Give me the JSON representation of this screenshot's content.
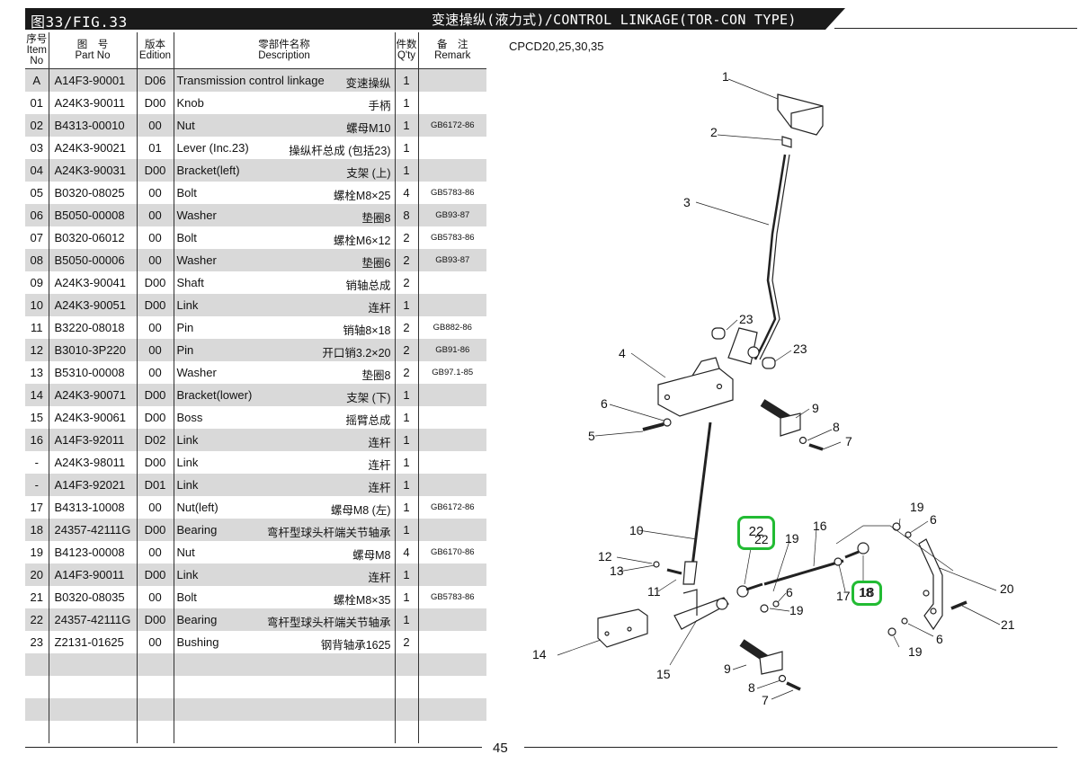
{
  "header": {
    "figure": "图33/FIG.33",
    "title": "变速操纵(液力式)/CONTROL LINKAGE(TOR-CON TYPE)"
  },
  "table": {
    "columns": {
      "item": [
        "序号",
        "Item",
        "No"
      ],
      "part": [
        "图　号",
        "Part No"
      ],
      "edition": [
        "版本",
        "Edition"
      ],
      "desc": [
        "零部件名称",
        "Description"
      ],
      "qty": [
        "件数",
        "Q'ty"
      ],
      "remark": [
        "备　注",
        "Remark"
      ]
    },
    "rows": [
      {
        "item": "A",
        "part": "A14F3-90001",
        "ed": "D06",
        "en": "Transmission control linkage",
        "cn": "变速操纵",
        "qty": "1",
        "rem": ""
      },
      {
        "item": "01",
        "part": "A24K3-90011",
        "ed": "D00",
        "en": "Knob",
        "cn": "手柄",
        "qty": "1",
        "rem": ""
      },
      {
        "item": "02",
        "part": "B4313-00010",
        "ed": "00",
        "en": "Nut",
        "cn": "螺母M10",
        "qty": "1",
        "rem": "GB6172-86"
      },
      {
        "item": "03",
        "part": "A24K3-90021",
        "ed": "01",
        "en": "Lever (Inc.23)",
        "cn": "操纵杆总成 (包括23)",
        "qty": "1",
        "rem": ""
      },
      {
        "item": "04",
        "part": "A24K3-90031",
        "ed": "D00",
        "en": "Bracket(left)",
        "cn": "支架 (上)",
        "qty": "1",
        "rem": ""
      },
      {
        "item": "05",
        "part": "B0320-08025",
        "ed": "00",
        "en": "Bolt",
        "cn": "螺栓M8×25",
        "qty": "4",
        "rem": "GB5783-86"
      },
      {
        "item": "06",
        "part": "B5050-00008",
        "ed": "00",
        "en": "Washer",
        "cn": "垫圈8",
        "qty": "8",
        "rem": "GB93-87"
      },
      {
        "item": "07",
        "part": "B0320-06012",
        "ed": "00",
        "en": "Bolt",
        "cn": "螺栓M6×12",
        "qty": "2",
        "rem": "GB5783-86"
      },
      {
        "item": "08",
        "part": "B5050-00006",
        "ed": "00",
        "en": "Washer",
        "cn": "垫圈6",
        "qty": "2",
        "rem": "GB93-87"
      },
      {
        "item": "09",
        "part": "A24K3-90041",
        "ed": "D00",
        "en": "Shaft",
        "cn": "销轴总成",
        "qty": "2",
        "rem": ""
      },
      {
        "item": "10",
        "part": "A24K3-90051",
        "ed": "D00",
        "en": "Link",
        "cn": "连杆",
        "qty": "1",
        "rem": ""
      },
      {
        "item": "11",
        "part": "B3220-08018",
        "ed": "00",
        "en": "Pin",
        "cn": "销轴8×18",
        "qty": "2",
        "rem": "GB882-86"
      },
      {
        "item": "12",
        "part": "B3010-3P220",
        "ed": "00",
        "en": "Pin",
        "cn": "开口销3.2×20",
        "qty": "2",
        "rem": "GB91-86"
      },
      {
        "item": "13",
        "part": "B5310-00008",
        "ed": "00",
        "en": "Washer",
        "cn": "垫圈8",
        "qty": "2",
        "rem": "GB97.1-85"
      },
      {
        "item": "14",
        "part": "A24K3-90071",
        "ed": "D00",
        "en": "Bracket(lower)",
        "cn": "支架 (下)",
        "qty": "1",
        "rem": ""
      },
      {
        "item": "15",
        "part": "A24K3-90061",
        "ed": "D00",
        "en": "Boss",
        "cn": "摇臂总成",
        "qty": "1",
        "rem": ""
      },
      {
        "item": "16",
        "part": "A14F3-92011",
        "ed": "D02",
        "en": "Link",
        "cn": "连杆",
        "qty": "1",
        "rem": ""
      },
      {
        "item": "-",
        "part": "A24K3-98011",
        "ed": "D00",
        "en": "Link",
        "cn": "连杆",
        "qty": "1",
        "rem": ""
      },
      {
        "item": "-",
        "part": "A14F3-92021",
        "ed": "D01",
        "en": "Link",
        "cn": "连杆",
        "qty": "1",
        "rem": ""
      },
      {
        "item": "17",
        "part": "B4313-10008",
        "ed": "00",
        "en": "Nut(left)",
        "cn": "螺母M8 (左)",
        "qty": "1",
        "rem": "GB6172-86"
      },
      {
        "item": "18",
        "part": "24357-42111G",
        "ed": "D00",
        "en": "Bearing",
        "cn": "弯杆型球头杆端关节轴承",
        "qty": "1",
        "rem": ""
      },
      {
        "item": "19",
        "part": "B4123-00008",
        "ed": "00",
        "en": "Nut",
        "cn": "螺母M8",
        "qty": "4",
        "rem": "GB6170-86"
      },
      {
        "item": "20",
        "part": "A14F3-90011",
        "ed": "D00",
        "en": "Link",
        "cn": "连杆",
        "qty": "1",
        "rem": ""
      },
      {
        "item": "21",
        "part": "B0320-08035",
        "ed": "00",
        "en": "Bolt",
        "cn": "螺栓M8×35",
        "qty": "1",
        "rem": "GB5783-86"
      },
      {
        "item": "22",
        "part": "24357-42111G",
        "ed": "D00",
        "en": "Bearing",
        "cn": "弯杆型球头杆端关节轴承",
        "qty": "1",
        "rem": ""
      },
      {
        "item": "23",
        "part": "Z2131-01625",
        "ed": "00",
        "en": "Bushing",
        "cn": "钢背轴承1625",
        "qty": "2",
        "rem": ""
      },
      {
        "item": "",
        "part": "",
        "ed": "",
        "en": "",
        "cn": "",
        "qty": "",
        "rem": ""
      },
      {
        "item": "",
        "part": "",
        "ed": "",
        "en": "",
        "cn": "",
        "qty": "",
        "rem": ""
      },
      {
        "item": "",
        "part": "",
        "ed": "",
        "en": "",
        "cn": "",
        "qty": "",
        "rem": ""
      },
      {
        "item": "",
        "part": "",
        "ed": "",
        "en": "",
        "cn": "",
        "qty": "",
        "rem": ""
      }
    ]
  },
  "diagram": {
    "model": "CPCD20,25,30,35",
    "highlight_color": "#22bb33",
    "highlighted_callouts": [
      "22",
      "18"
    ],
    "callouts": [
      "1",
      "2",
      "3",
      "23",
      "23",
      "4",
      "6",
      "9",
      "5",
      "8",
      "7",
      "10",
      "12",
      "13",
      "11",
      "22",
      "19",
      "16",
      "6",
      "19",
      "17",
      "18",
      "19",
      "6",
      "20",
      "14",
      "15",
      "9",
      "8",
      "7",
      "21",
      "19",
      "6"
    ]
  },
  "footer": {
    "page": "45"
  }
}
